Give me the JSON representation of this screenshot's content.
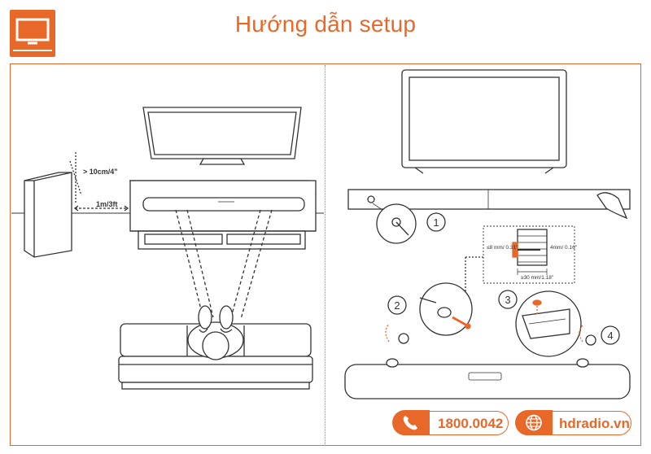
{
  "header": {
    "title": "Hướng dẫn setup",
    "icon": "tv-monitor-icon"
  },
  "left_panel": {
    "distance_wall": "> 10cm/4\"",
    "distance_sub": "1m/3ft"
  },
  "right_panel": {
    "steps": [
      "1",
      "2",
      "3",
      "4"
    ],
    "dim_screw_head": "≤8 mm/ 0.31\"",
    "dim_screw_shaft": "4mm/ 0.16\"",
    "dim_depth": "≥30 mm/1.18\""
  },
  "contact": {
    "phone": "1800.0042",
    "phone_icon": "phone-icon",
    "website": "hdradio.vn",
    "web_icon": "globe-icon"
  },
  "colors": {
    "accent": "#e8682a",
    "line": "#333333"
  }
}
